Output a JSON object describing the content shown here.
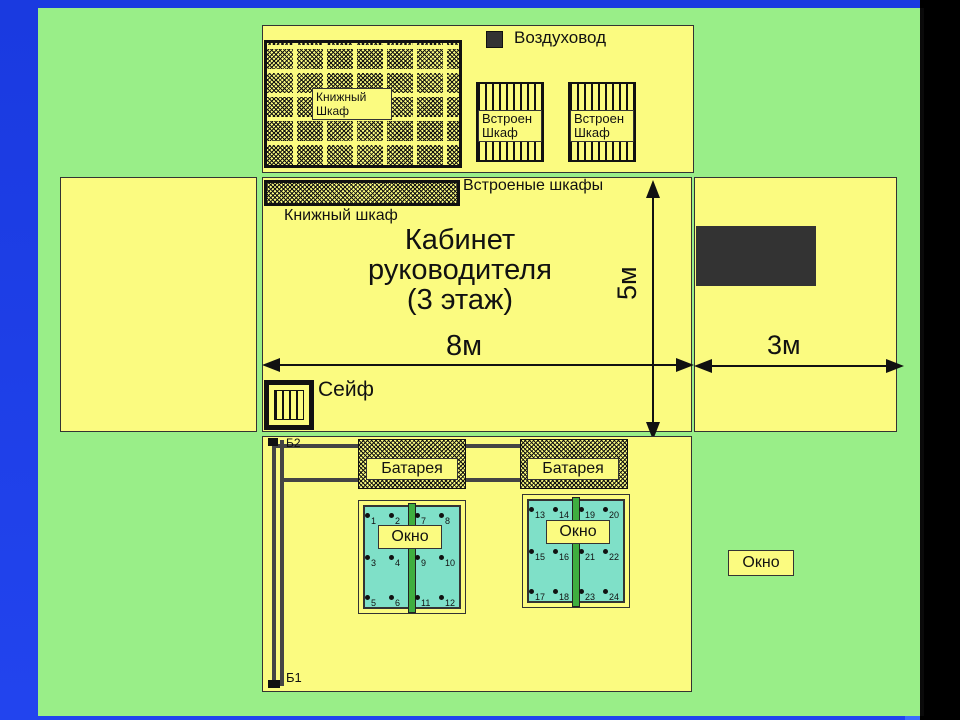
{
  "plan": {
    "room_title_line1": "Кабинет",
    "room_title_line2": "руководителя",
    "room_title_line3": "(3 этаж)",
    "vent_legend": "Воздуховод",
    "bookcase_big_line1": "Книжный",
    "bookcase_big_line2": "Шкаф",
    "builtin1_line1": "Встроен",
    "builtin1_line2": "Шкаф",
    "builtin2_line1": "Встроен",
    "builtin2_line2": "Шкаф",
    "builtin_row_label": "Встроеные шкафы",
    "bookcase_row_label": "Книжный шкаф",
    "dim_width": "8м",
    "dim_height": "5м",
    "dim_side": "3м",
    "safe_label": "Сейф",
    "battery1": "Батарея",
    "battery2": "Батарея",
    "window1": "Окно",
    "window2": "Окно",
    "window_side": "Окно",
    "b1": "Б1",
    "b2": "Б2",
    "window1_numbers": [
      "1",
      "2",
      "3",
      "4",
      "5",
      "6",
      "7",
      "8",
      "9",
      "10",
      "11",
      "12"
    ],
    "window2_numbers": [
      "13",
      "14",
      "15",
      "16",
      "17",
      "18",
      "19",
      "20",
      "21",
      "22",
      "23",
      "24"
    ]
  },
  "colors": {
    "board": "#99ee88",
    "room": "#fbfb80",
    "window_glass": "#7fe0c8",
    "slide": "#1f3fe6"
  }
}
